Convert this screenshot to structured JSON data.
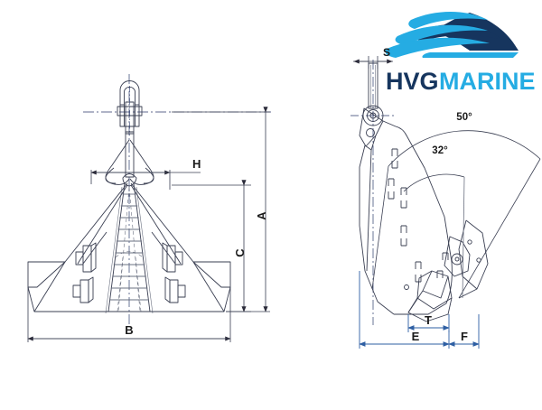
{
  "document": {
    "type": "technical-drawing",
    "subject": "marine anchor dimensional drawing",
    "background_color": "#ffffff"
  },
  "logo": {
    "name": "HVG MARINE",
    "word_primary": "HVG",
    "word_secondary": "MARINE",
    "color_primary": "#16355e",
    "color_secondary": "#25ace3",
    "mark": "yacht-wave-mark"
  },
  "views": {
    "front": {
      "name": "Front view",
      "parts": [
        "shackle",
        "shank",
        "crown",
        "flukes",
        "stabilizer-lugs"
      ]
    },
    "side": {
      "name": "Side view",
      "parts": [
        "shackle",
        "shank",
        "fluke-plate",
        "tripping-palm"
      ]
    }
  },
  "dimensions": {
    "front": [
      {
        "label": "H",
        "orientation": "horizontal",
        "note": "fluke inner width"
      },
      {
        "label": "A",
        "orientation": "vertical",
        "note": "overall height"
      },
      {
        "label": "C",
        "orientation": "vertical",
        "note": "shank height"
      },
      {
        "label": "B",
        "orientation": "horizontal",
        "note": "overall fluke width"
      }
    ],
    "side": [
      {
        "label": "S",
        "orientation": "horizontal",
        "note": "shackle pin width"
      },
      {
        "label": "T",
        "orientation": "horizontal",
        "note": "palm projection"
      },
      {
        "label": "E",
        "orientation": "horizontal",
        "note": "overall length"
      },
      {
        "label": "F",
        "orientation": "horizontal",
        "note": "tip offset"
      }
    ]
  },
  "angles": [
    {
      "label": "50°",
      "note": "maximum fluke angle"
    },
    {
      "label": "32°",
      "note": "standard fluke angle"
    }
  ],
  "colors": {
    "line": "#3a3f52",
    "line_light": "#6a7080",
    "centerline": "#2b3a6b",
    "dimension_blue": "#2e5fa3",
    "text": "#1a1a1a"
  }
}
